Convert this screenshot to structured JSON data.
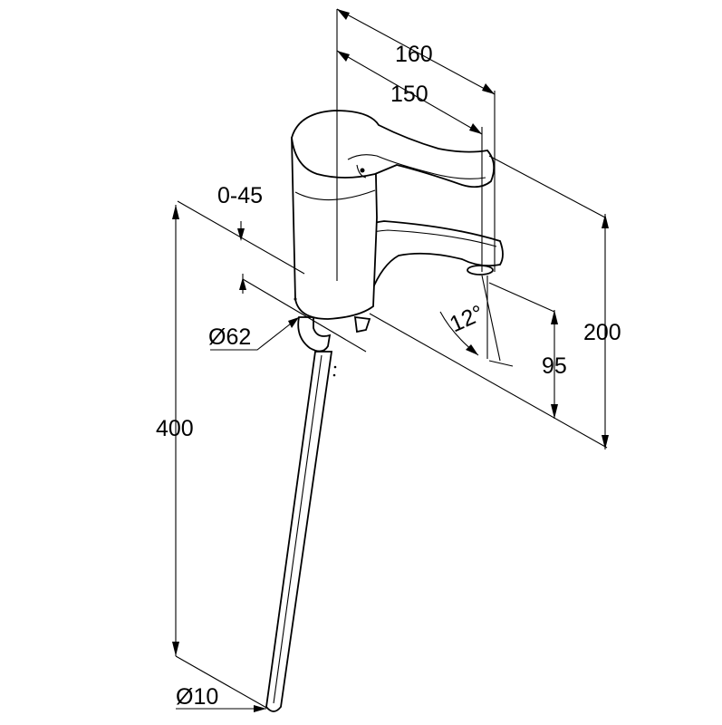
{
  "dimensions": {
    "width_160": "160",
    "width_150": "150",
    "height_200": "200",
    "outlet_height_95": "95",
    "outlet_angle": "12°",
    "rod_length_400": "400",
    "base_diameter": "Ø62",
    "rod_diameter": "Ø10",
    "mounting_thickness": "0-45"
  }
}
